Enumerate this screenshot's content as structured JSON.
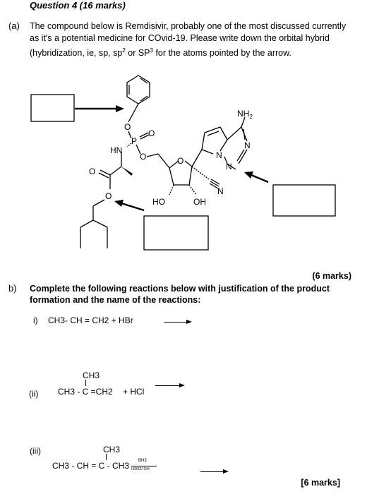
{
  "question": {
    "title": "Question 4 (16 marks)"
  },
  "part_a": {
    "label": "(a)",
    "text_line1": "The compound below is Remdisivir, probably one of the most discussed currently",
    "text_line2": "as it's a potential medicine for COvid-19. Please write down the orbital hybrid",
    "text_line3_pre": "(hybridization, ie, sp, sp",
    "text_sup1": "2",
    "text_mid": " or SP",
    "text_sup2": "3",
    "text_post": " for the atoms pointed by the arrow.",
    "marks": "(6 marks)"
  },
  "molecule": {
    "atoms": {
      "o1": "O",
      "p": "P",
      "o_double": "O",
      "hn": "HN",
      "o_ester": "O",
      "o_carbonyl": "O",
      "o_ring": "O",
      "o_alkoxy": "O",
      "n1": "N",
      "n2": "N",
      "n3": "N",
      "n_nitrile": "N",
      "nh2": "NH",
      "nh2_sub": "2",
      "ho": "HO",
      "oh": "OH"
    }
  },
  "part_b": {
    "label": "b)",
    "instruction_line1": "Complete the following reactions below with justification of the product",
    "instruction_line2": "formation and the name of the reactions:",
    "reaction_i": {
      "label": "i)",
      "equation": "CH3- CH = CH2 + HBr"
    },
    "reaction_ii": {
      "label": "(ii)",
      "top": "CH3",
      "equation": "CH3 - C =CH2",
      "reagent": "+ HCl"
    },
    "reaction_iii": {
      "label": "(iii)",
      "top": "CH3",
      "equation": "CH3 - CH = C - CH3",
      "reagent_top": "BH3",
      "reagent_bottom": "H2O2/ OH"
    },
    "marks": "[6 marks]"
  }
}
